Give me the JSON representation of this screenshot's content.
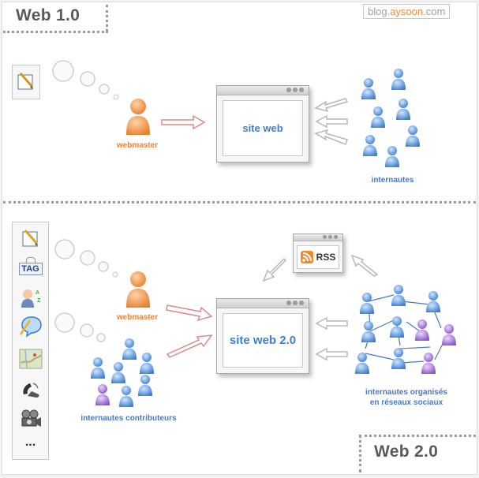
{
  "header": {
    "title_web1": "Web 1.0",
    "blog_prefix": "blog.",
    "blog_brand": "aysoon",
    "blog_suffix": ".com"
  },
  "web1": {
    "webmaster_label": "webmaster",
    "site_label": "site web",
    "users_label": "internautes"
  },
  "web2": {
    "title": "Web 2.0",
    "webmaster_label": "webmaster",
    "site_label": "site web 2.0",
    "rss_label": "RSS",
    "contributors_label": "internautes contributeurs",
    "social_label_line1": "internautes organisés",
    "social_label_line2": "en réseaux sociaux",
    "sidebar_tag": "TAG",
    "sidebar_more": "..."
  },
  "colors": {
    "orange": "#e88440",
    "blue": "#4a78c2",
    "purple": "#9b6fd0",
    "arrow_red": "#d98a8a",
    "arrow_gray": "#b8b8b8"
  },
  "icons": [
    "edit-icon",
    "tag-icon",
    "user-profile-icon",
    "chat-bubble-icon",
    "map-icon",
    "phone-icon",
    "video-camera-icon"
  ]
}
